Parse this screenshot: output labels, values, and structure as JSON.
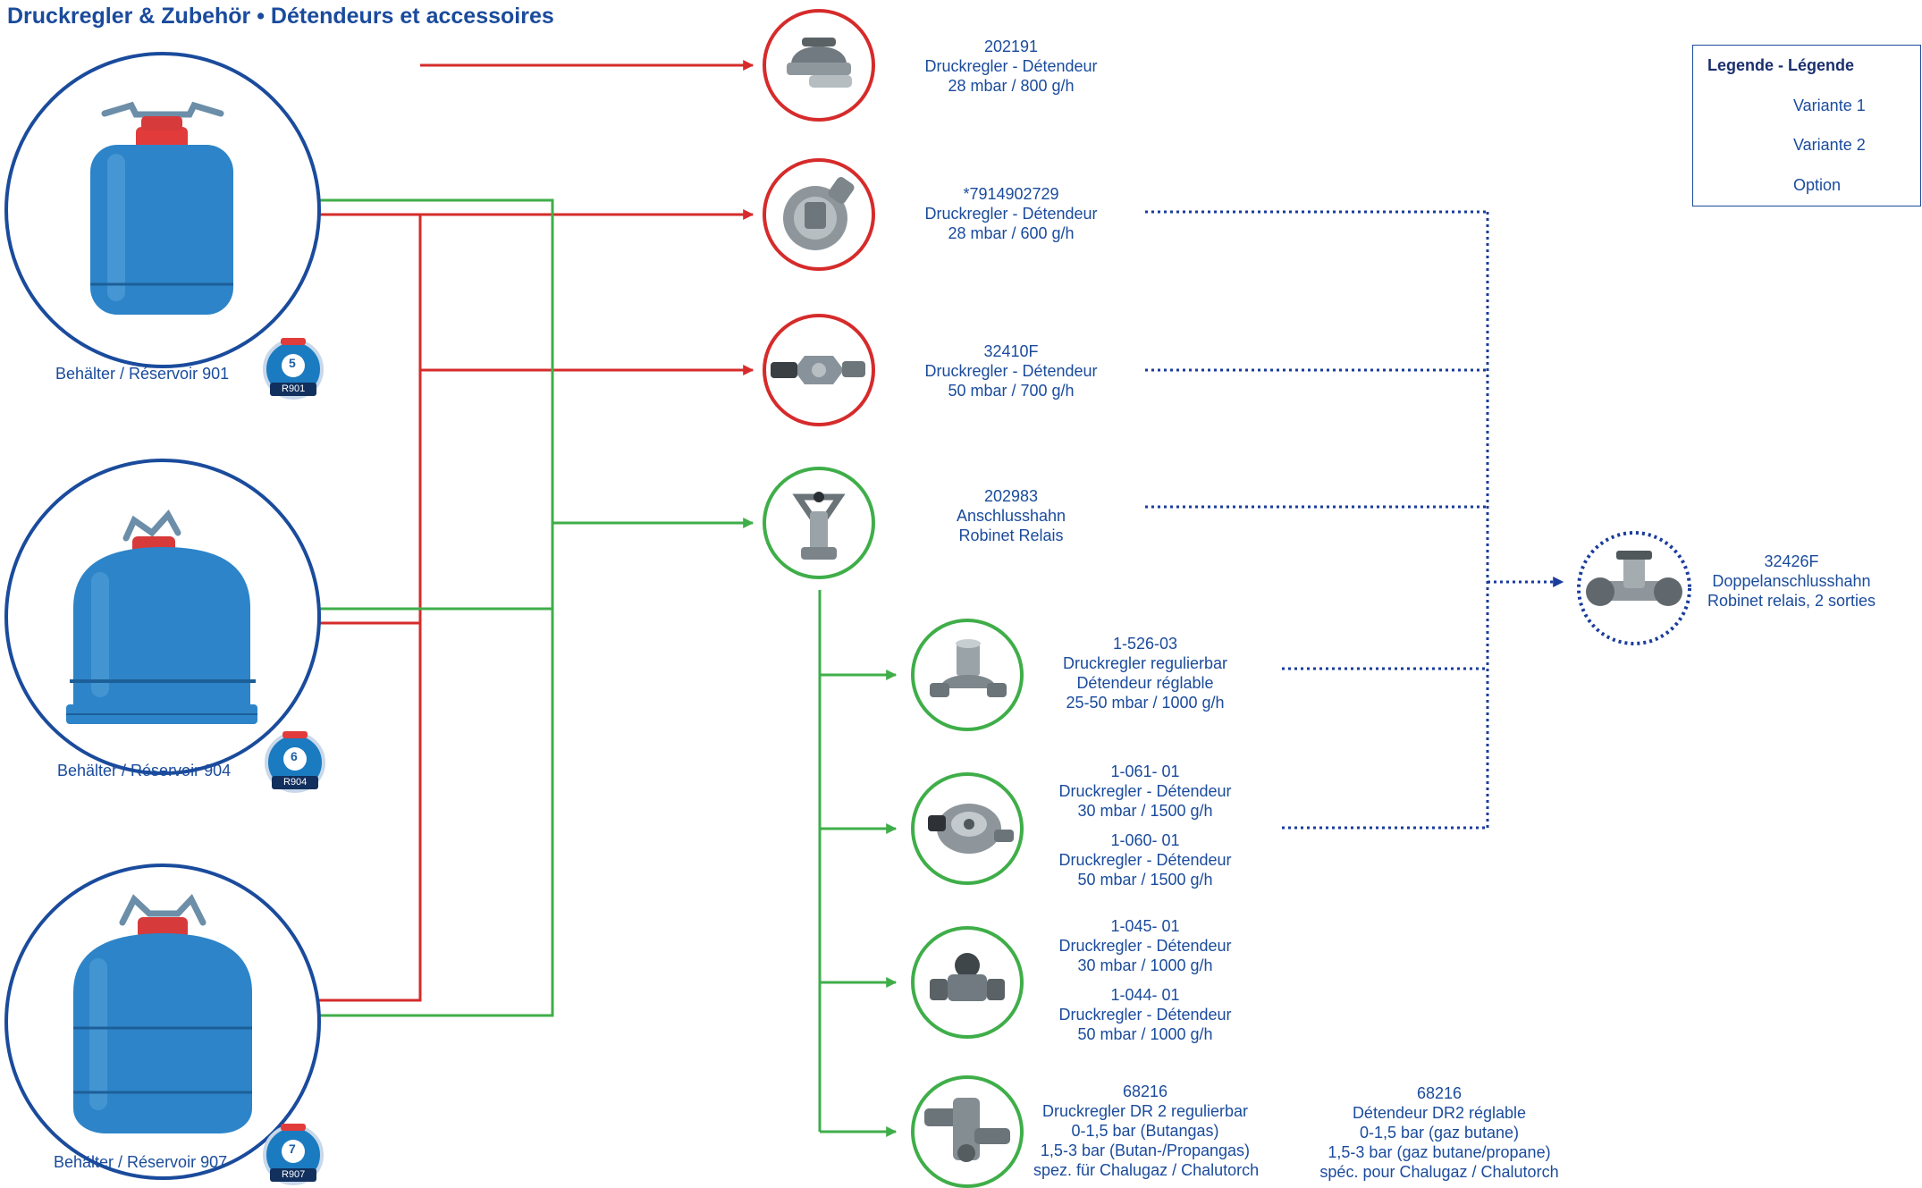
{
  "title": "Druckregler & Zubehör • Détendeurs et accessoires",
  "colors": {
    "variant1": "#d62b2b",
    "variant2": "#3fae49",
    "option": "#1a3c9c",
    "text": "#1a4b9c",
    "tank": "#2d84c8"
  },
  "containers": [
    {
      "label": "Behälter / Réservoir 901",
      "badge_number": "5",
      "badge_code": "R901"
    },
    {
      "label": "Behälter / Réservoir 904",
      "badge_number": "6",
      "badge_code": "R904"
    },
    {
      "label": "Behälter / Réservoir 907",
      "badge_number": "7",
      "badge_code": "R907"
    }
  ],
  "products": [
    {
      "lines": [
        "202191",
        "Druckregler - Détendeur",
        "28 mbar / 800 g/h"
      ]
    },
    {
      "lines": [
        "*7914902729",
        "Druckregler - Détendeur",
        "28 mbar / 600 g/h"
      ]
    },
    {
      "lines": [
        "32410F",
        "Druckregler - Détendeur",
        "50 mbar / 700 g/h"
      ]
    },
    {
      "lines": [
        "202983",
        "Anschlusshahn",
        "Robinet Relais"
      ]
    },
    {
      "lines": [
        "1-526-03",
        "Druckregler regulierbar",
        "Détendeur réglable",
        "25-50 mbar / 1000 g/h"
      ]
    },
    {
      "lines": [
        "1-061- 01",
        "Druckregler - Détendeur",
        "30 mbar / 1500 g/h"
      ]
    },
    {
      "lines": [
        "1-060- 01",
        "Druckregler - Détendeur",
        "50 mbar / 1500 g/h"
      ]
    },
    {
      "lines": [
        "1-045- 01",
        "Druckregler - Détendeur",
        "30 mbar / 1000 g/h"
      ]
    },
    {
      "lines": [
        "1-044- 01",
        "Druckregler - Détendeur",
        "50 mbar / 1000 g/h"
      ]
    },
    {
      "lines": [
        "68216",
        "Druckregler DR 2 regulierbar",
        "0-1,5 bar (Butangas)",
        "1,5-3 bar (Butan-/Propangas)",
        "spez. für Chalugaz / Chalutorch"
      ]
    },
    {
      "lines": [
        "68216",
        "Détendeur DR2 réglable",
        "0-1,5 bar (gaz butane)",
        "1,5-3 bar (gaz butane/propane)",
        "spéc. pour Chalugaz / Chalutorch"
      ]
    },
    {
      "lines": [
        "32426F",
        "Doppelanschlusshahn",
        "Robinet relais, 2 sorties"
      ]
    }
  ],
  "legend": {
    "title": "Legende - Légende",
    "items": [
      {
        "label": "Variante 1"
      },
      {
        "label": "Variante 2"
      },
      {
        "label": "Option"
      }
    ]
  }
}
